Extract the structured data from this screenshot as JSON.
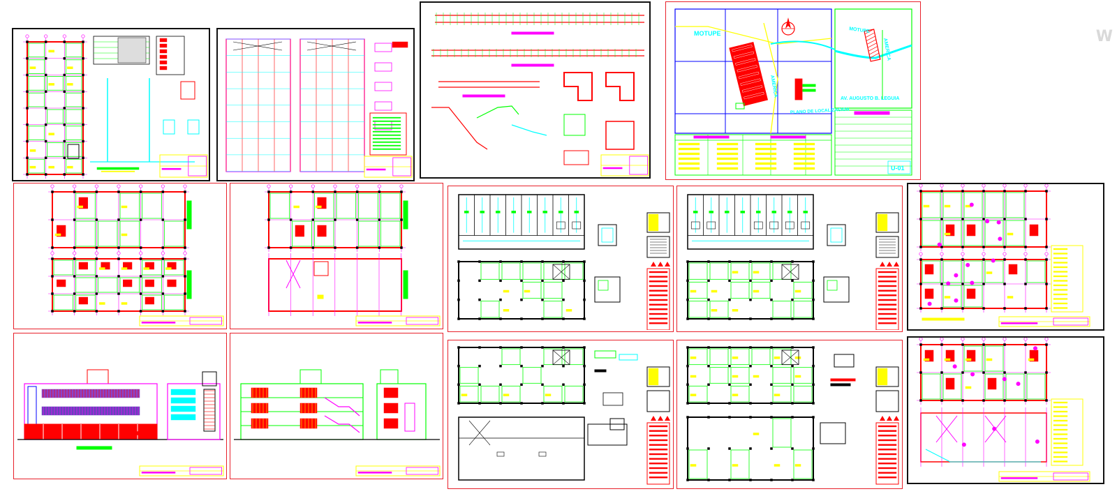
{
  "colors": {
    "red": "#ff0000",
    "magenta": "#ff00ff",
    "green": "#00ff00",
    "yellow": "#ffff00",
    "cyan": "#00ffff",
    "blue": "#0000ff",
    "black": "#000000",
    "border_red": "#e8202a"
  },
  "location_sheet": {
    "street_top_left": "MOTUPE",
    "street_top_right": "MOTUPE",
    "street_right_vertical": "AMERICA",
    "street_middle_vertical": "AMERICA",
    "avenue_bottom": "AV. AUGUSTO B. LEGUIA",
    "plan_caption": "PLANO DE LOCALIZACION",
    "sheet_code": "U-01"
  },
  "icons": {
    "north_arrow": "compass-north-icon",
    "watermark": "watermark-w-icon"
  },
  "watermark_text": "W"
}
